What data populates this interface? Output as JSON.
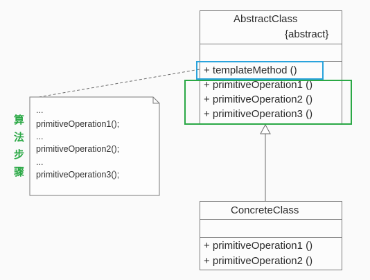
{
  "abstract_class": {
    "name": "AbstractClass",
    "stereotype": "{abstract}",
    "operations": [
      "+ templateMethod ()",
      "+ primitiveOperation1 ()",
      "+ primitiveOperation2 ()",
      "+ primitiveOperation3 ()"
    ]
  },
  "concrete_class": {
    "name": "ConcreteClass",
    "operations": [
      "+ primitiveOperation1 ()",
      "+ primitiveOperation2 ()"
    ]
  },
  "note": {
    "lines": [
      "...",
      "primitiveOperation1();",
      "...",
      "primitiveOperation2();",
      "...",
      "primitiveOperation3();"
    ]
  },
  "side_label": [
    "算",
    "法",
    "步",
    "骤"
  ],
  "colors": {
    "template_highlight": "#2aa3dc",
    "primitive_highlight": "#2aa845",
    "side_label": "#2aa845"
  }
}
